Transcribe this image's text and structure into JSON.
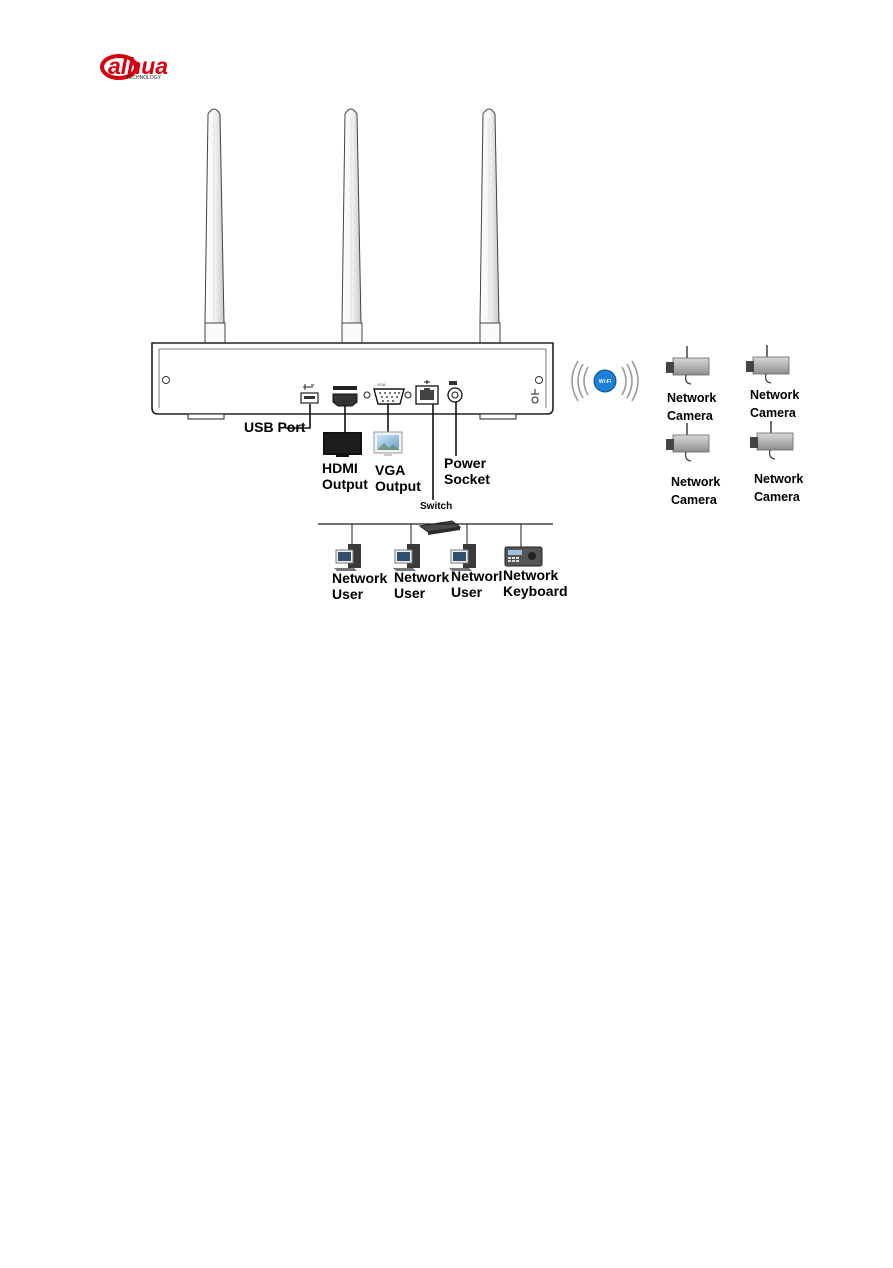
{
  "logo": {
    "brand": "alhua",
    "tagline": "TECHNOLOGY",
    "color": "#d7000f"
  },
  "wifi": {
    "label": "Wi-Fi"
  },
  "device": {
    "icons": [
      "usb-port-icon",
      "hdmi-port-icon",
      "vga-port-icon",
      "ethernet-port-icon",
      "power-socket-icon",
      "ground-icon"
    ]
  },
  "labels": {
    "usb_port": "USB Port",
    "hdmi_output": [
      "HDMI",
      "Output"
    ],
    "vga_output": [
      "VGA",
      "Output"
    ],
    "power_socket": [
      "Power",
      "Socket"
    ],
    "switch": "Switch"
  },
  "cameras": [
    [
      "Network",
      "Camera"
    ],
    [
      "Network",
      "Camera"
    ],
    [
      "Network",
      "Camera"
    ],
    [
      "Network",
      "Camera"
    ]
  ],
  "network": {
    "users": [
      [
        "Network",
        "User"
      ],
      [
        "Network",
        "User"
      ],
      [
        "Networl",
        "User"
      ]
    ],
    "keyboard": [
      "Network",
      "Keyboard"
    ]
  }
}
